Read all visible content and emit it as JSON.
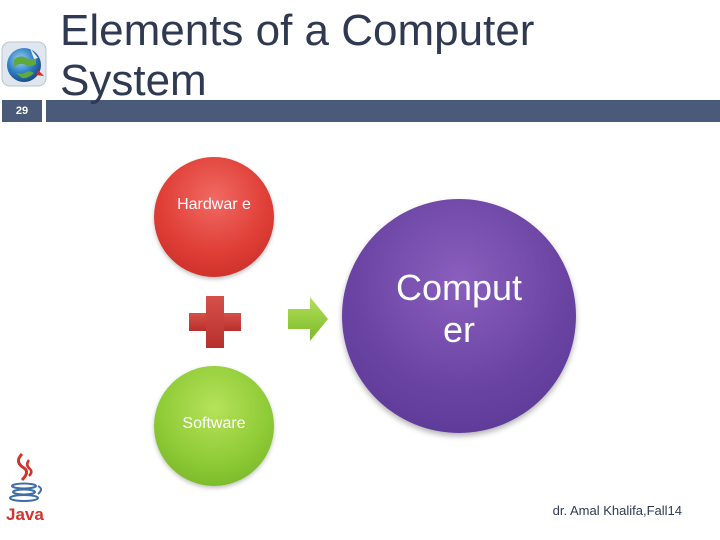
{
  "slide": {
    "number": "29",
    "title": "Elements of a Computer System",
    "footer": "dr. Amal Khalifa,Fall14",
    "accent_color": "#4a5b7a"
  },
  "diagram": {
    "nodes": [
      {
        "id": "hardware",
        "label": "Hardwar e",
        "color": "#df3e36"
      },
      {
        "id": "software",
        "label": "Software",
        "color": "#8fcb37"
      },
      {
        "id": "computer",
        "label": "Comput er",
        "color": "#6b44a3"
      }
    ],
    "connectors": [
      {
        "type": "plus",
        "color": "#c9403a",
        "icon": "plus-icon"
      },
      {
        "type": "arrow",
        "color": "#8fcb37",
        "icon": "arrow-right-icon"
      }
    ]
  },
  "icons": [
    "globe-logo-icon",
    "java-logo-icon"
  ]
}
